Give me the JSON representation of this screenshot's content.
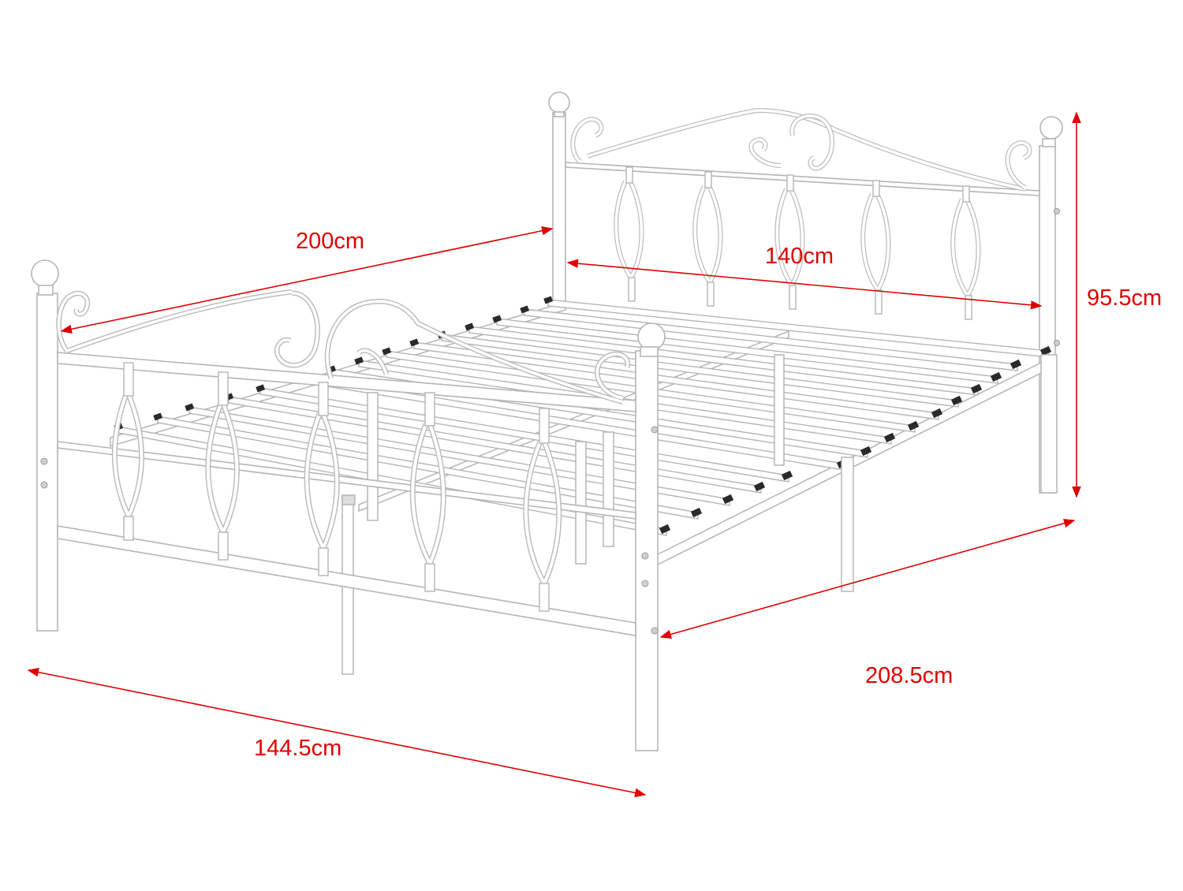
{
  "colors": {
    "dimension": "#e00000",
    "frame": "#ffffff",
    "frame_stroke": "#b5b5b5",
    "slat_cap": "#2a2a2a",
    "background": "#ffffff"
  },
  "dimensions": {
    "length": "200cm",
    "inner_width": "140cm",
    "height": "95.5cm",
    "total_length": "208.5cm",
    "total_width": "144.5cm"
  }
}
